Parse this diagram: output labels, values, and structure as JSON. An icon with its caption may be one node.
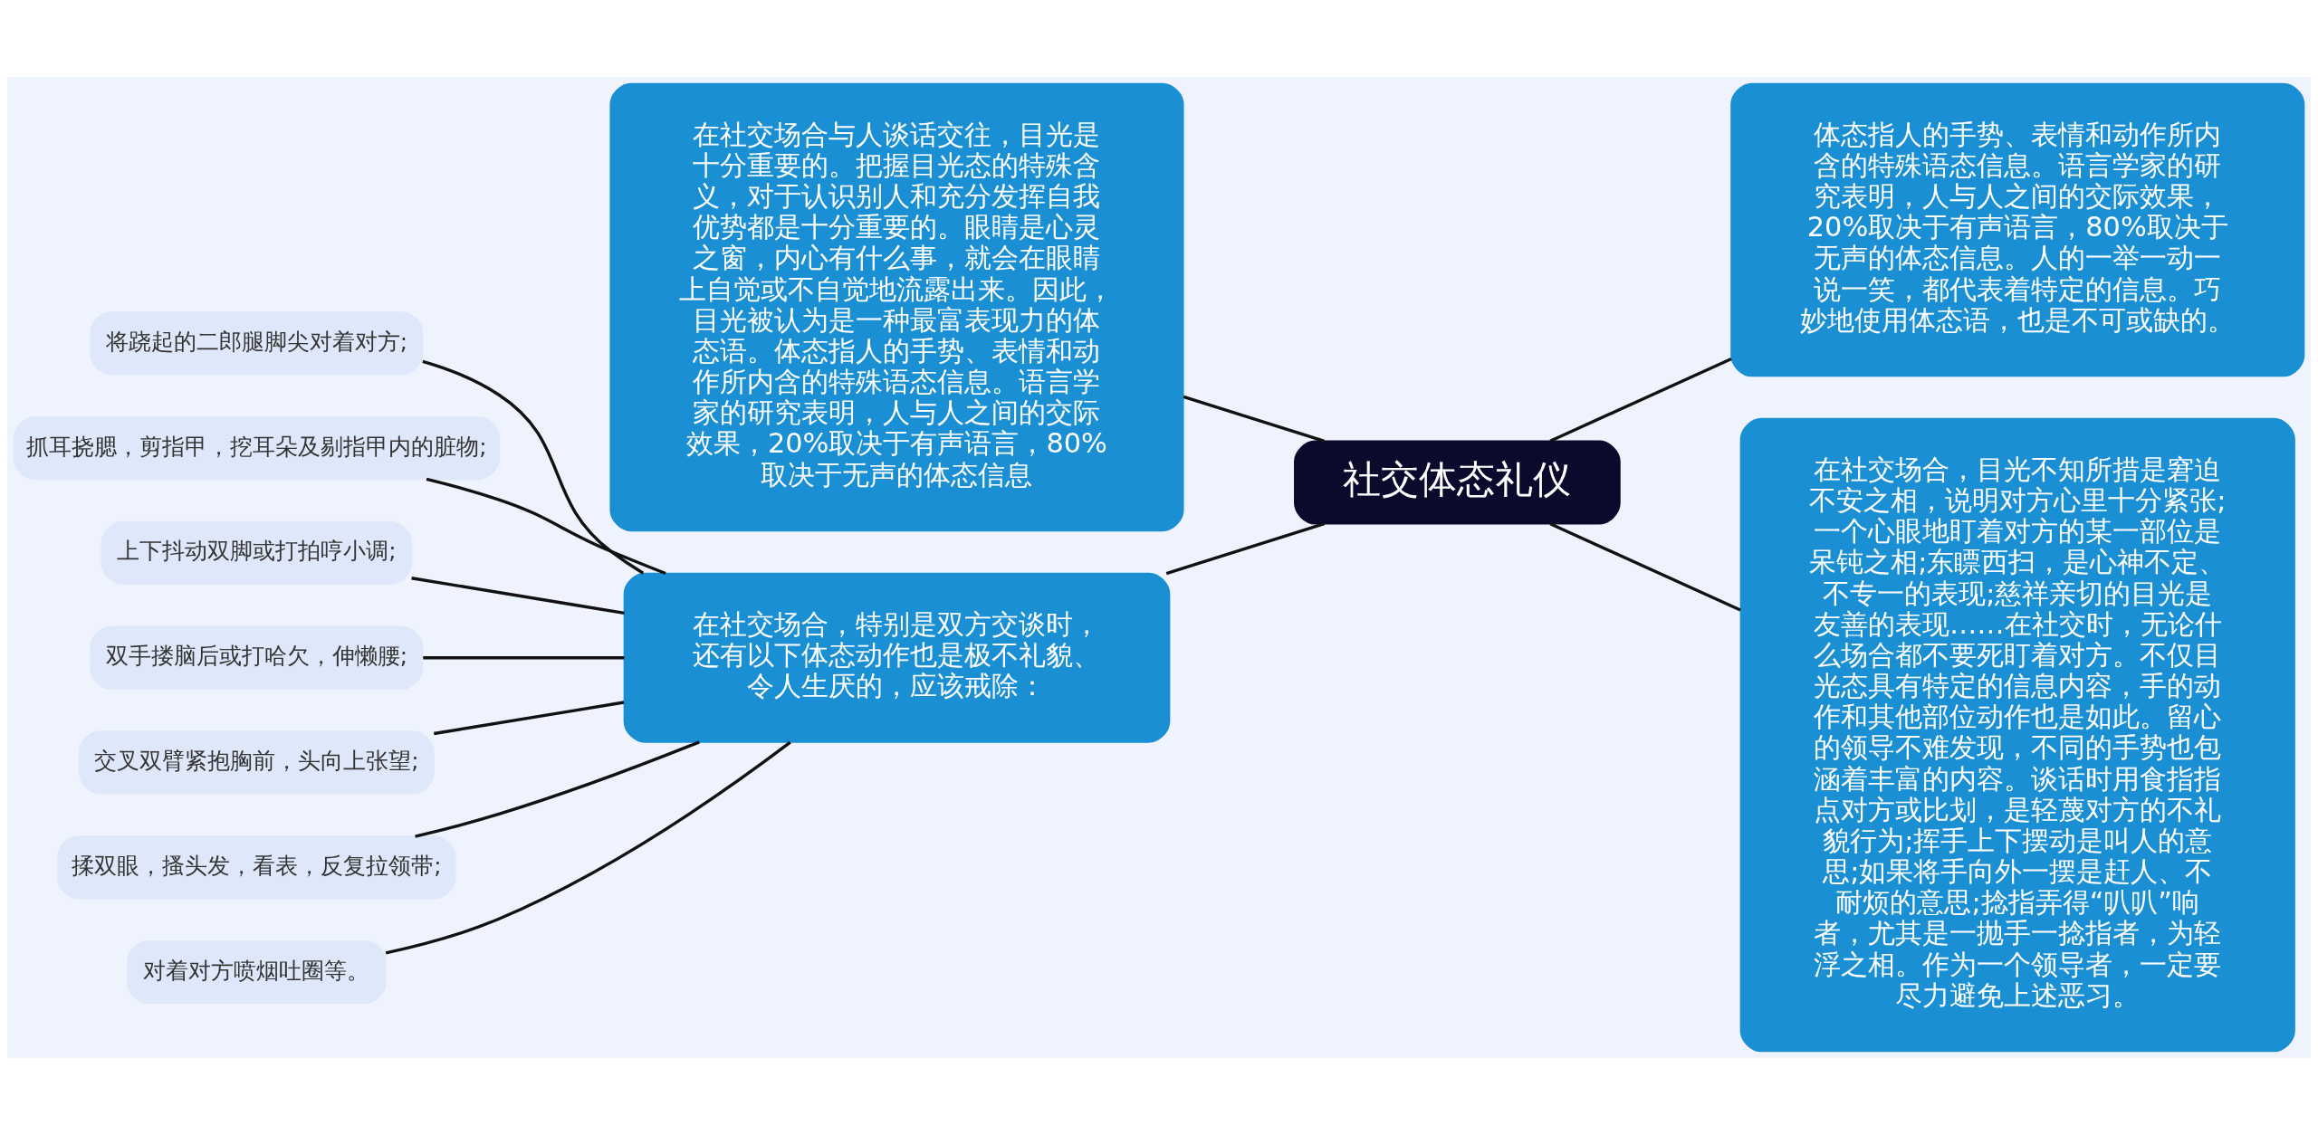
{
  "diagram": {
    "nodes": [
      {
        "text": [
          "社交体态礼仪"
        ]
      },
      {
        "text": [
          "在社交场合与人谈话交往，目光是十分重要的。把握目光态的特殊含义，对于认识别人和充分发挥自我优势都是十分重要的。眼睛是心灵之窗，内心有什么事，就会在眼睛上自觉或不自觉地流露出来。因此，目光被认为是一种最富表现力的体态语。体态指人的手势、表情和动作所内含的特殊语态信息。语言学家的研究表明，人与人之间的交际效果，20%取决于有声语言，80%取决于无声的体态信息"
        ]
      },
      {
        "text": [
          "体态指人的手势、表情和动作所内含的特殊语态信息。语言学家的研究表明，人与人之间的交际效果，20%取决于有声语言，80%取决于无声的体态信息。人的一举一动一说一笑，都代表着特定的信息。巧妙地使用体态语，也是不可或缺的。"
        ]
      },
      {
        "text": [
          "在社交场合，目光不知所措是窘迫不安之相，说明对方心里十分紧张;一个心眼地盯着对方的某一部位是呆钝之相;东瞟西扫，是心神不定、不专一的表现;慈祥亲切的目光是友善的表现……在社交时，无论什么场合都不要死盯着对方。不仅目光态具有特定的信息内容，手的动作和其他部位动作也是如此。留心的领导不难发现，不同的手势也包涵着丰富的内容。谈话时用食指指点对方或比划，是轻蔑对方的不礼貌行为;挥手上下摆动是叫人的意思;如果将手向外一摆是赶人、不耐烦的意思;捻指弄得“叭叭”响者，尤其是一抛手一捻指者，为轻浮之相。作为一个领导者，一定要尽力避免上述恶习。"
        ]
      },
      {
        "text": [
          "在社交场合，特别是双方交谈时，还有以下体态动作也是极不礼貌、令人生厌的，应该戒除："
        ]
      },
      {
        "text": [
          "将跷起的二郎腿脚尖对着对方;"
        ]
      },
      {
        "text": [
          "抓耳挠腮，剪指甲，挖耳朵及剔指甲内的脏物;"
        ]
      },
      {
        "text": [
          "上下抖动双脚或打拍哼小调;"
        ]
      },
      {
        "text": [
          "双手搂脑后或打哈欠，伸懒腰;"
        ]
      },
      {
        "text": [
          "交叉双臂紧抱胸前，头向上张望;"
        ]
      },
      {
        "text": [
          "揉双眼，搔头发，看表，反复拉领带;"
        ]
      },
      {
        "text": [
          "对着对方喷烟吐圈等。"
        ]
      }
    ],
    "edges": [
      {
        "from": 1,
        "to": 0,
        "arrow": "none"
      },
      {
        "from": 0,
        "to": 2,
        "arrow": "none"
      },
      {
        "from": 0,
        "to": 3,
        "arrow": "none"
      },
      {
        "from": 4,
        "to": 0,
        "arrow": "none"
      },
      {
        "from": 5,
        "to": 4,
        "arrow": "none"
      },
      {
        "from": 6,
        "to": 4,
        "arrow": "none"
      },
      {
        "from": 7,
        "to": 4,
        "arrow": "none"
      },
      {
        "from": 8,
        "to": 4,
        "arrow": "none"
      },
      {
        "from": 9,
        "to": 4,
        "arrow": "none"
      },
      {
        "from": 10,
        "to": 4,
        "arrow": "none"
      },
      {
        "from": 11,
        "to": 4,
        "arrow": "none"
      }
    ]
  }
}
